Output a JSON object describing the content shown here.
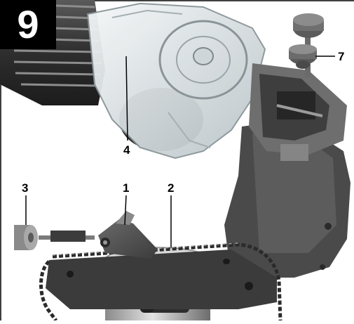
{
  "figure": {
    "number": "9",
    "callouts": [
      {
        "id": "1",
        "text": "1"
      },
      {
        "id": "2",
        "text": "2"
      },
      {
        "id": "3",
        "text": "3"
      },
      {
        "id": "4",
        "text": "4"
      },
      {
        "id": "7",
        "text": "7"
      }
    ]
  },
  "colors": {
    "badge": "#000000",
    "badge_text": "#ffffff",
    "metal_dark": "#3a3a3a",
    "metal_mid": "#7a7a7a",
    "metal_light": "#c8c8c8",
    "guard_clear": "#e6ecee",
    "background": "#ffffff"
  }
}
